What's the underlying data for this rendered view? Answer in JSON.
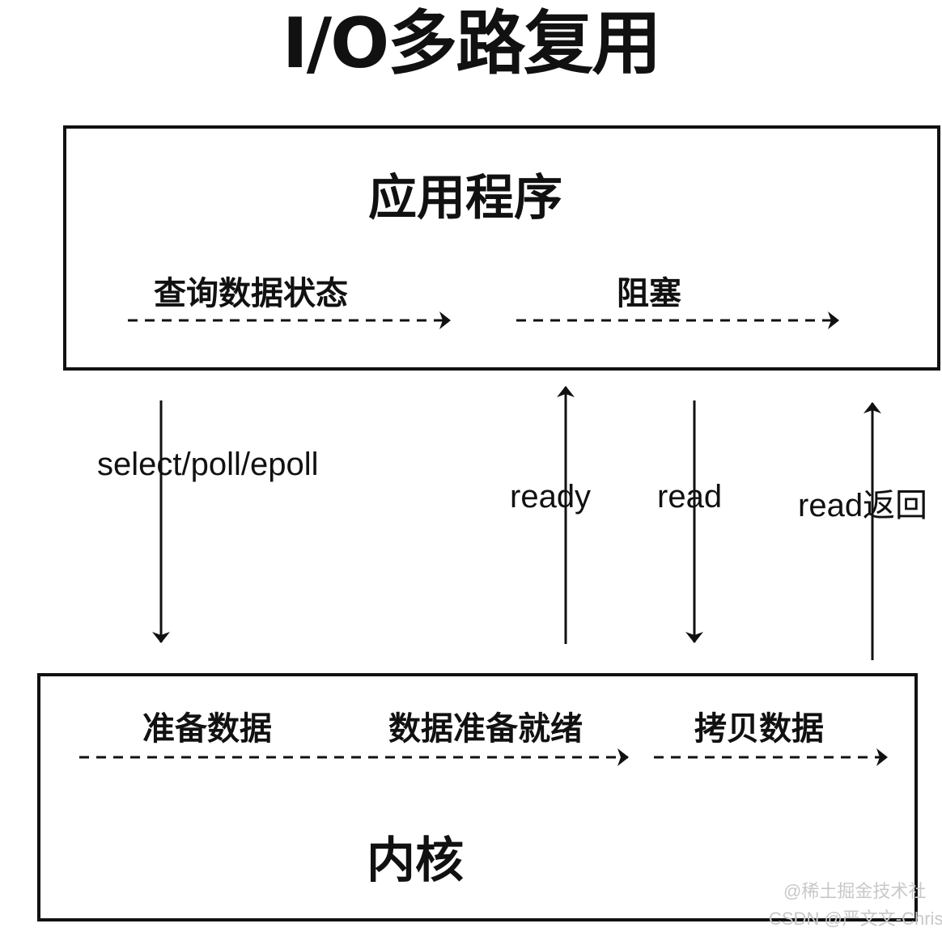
{
  "diagram": {
    "title": "I/O多路复用",
    "app_box": {
      "label": "应用程序",
      "steps": [
        "查询数据状态",
        "阻塞"
      ]
    },
    "kernel_box": {
      "label": "内核",
      "steps": [
        "准备数据",
        "数据准备就绪",
        "拷贝数据"
      ]
    },
    "calls": {
      "select": "select/poll/epoll",
      "ready": "ready",
      "read": "read",
      "read_return": "read返回"
    },
    "watermarks": [
      "@稀土掘金技术社",
      "CSDN @严文文-Chris"
    ]
  }
}
